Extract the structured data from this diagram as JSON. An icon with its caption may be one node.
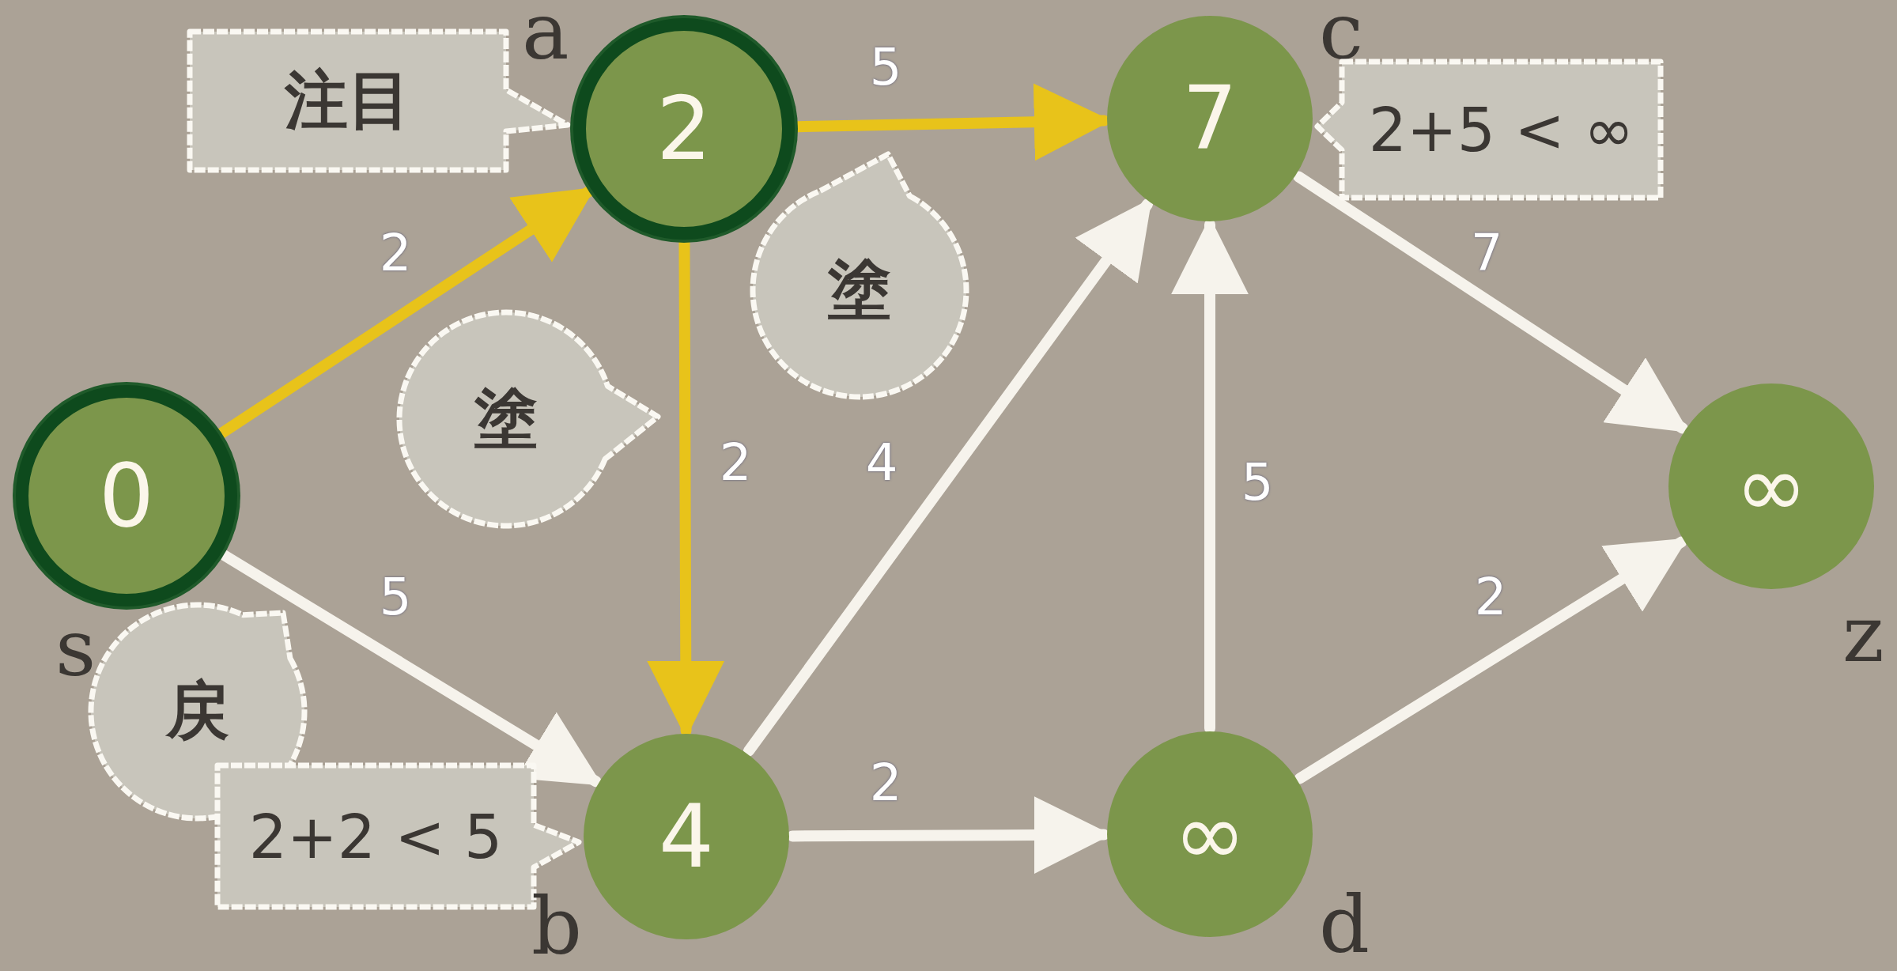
{
  "diagram": {
    "nodes": [
      {
        "text": [
          "注目"
        ]
      },
      {
        "text": [
          "2"
        ],
        "beside": [
          "a"
        ]
      },
      {
        "text": [
          "7"
        ],
        "beside": [
          "c"
        ]
      },
      {
        "text": [
          "2+5 < ∞"
        ]
      },
      {
        "text": [
          "塗"
        ]
      },
      {
        "text": [
          "塗"
        ]
      },
      {
        "text": [
          "0"
        ],
        "beside": [
          "s"
        ]
      },
      {
        "text": [
          "∞"
        ],
        "beside": [
          "z"
        ]
      },
      {
        "text": [
          "戻"
        ]
      },
      {
        "text": [
          "2+2 < 5"
        ]
      },
      {
        "text": [
          "4"
        ],
        "beside": [
          "b"
        ]
      },
      {
        "text": [
          "∞"
        ],
        "beside": [
          "d"
        ]
      }
    ],
    "edges": [
      {
        "from": 6,
        "to": 1,
        "arrow": "to",
        "label": "2",
        "color": "#e8c31a"
      },
      {
        "from": 1,
        "to": 2,
        "arrow": "to",
        "label": "5",
        "color": "#e8c31a"
      },
      {
        "from": 1,
        "to": 10,
        "arrow": "to",
        "label": "2",
        "color": "#e8c31a"
      },
      {
        "from": 6,
        "to": 10,
        "arrow": "to",
        "label": "5"
      },
      {
        "from": 10,
        "to": 2,
        "arrow": "to",
        "label": "4"
      },
      {
        "from": 10,
        "to": 11,
        "arrow": "to",
        "label": "2"
      },
      {
        "from": 11,
        "to": 2,
        "arrow": "to",
        "label": "5"
      },
      {
        "from": 2,
        "to": 7,
        "arrow": "to",
        "label": "7"
      },
      {
        "from": 11,
        "to": 7,
        "arrow": "to",
        "label": "2"
      }
    ]
  }
}
